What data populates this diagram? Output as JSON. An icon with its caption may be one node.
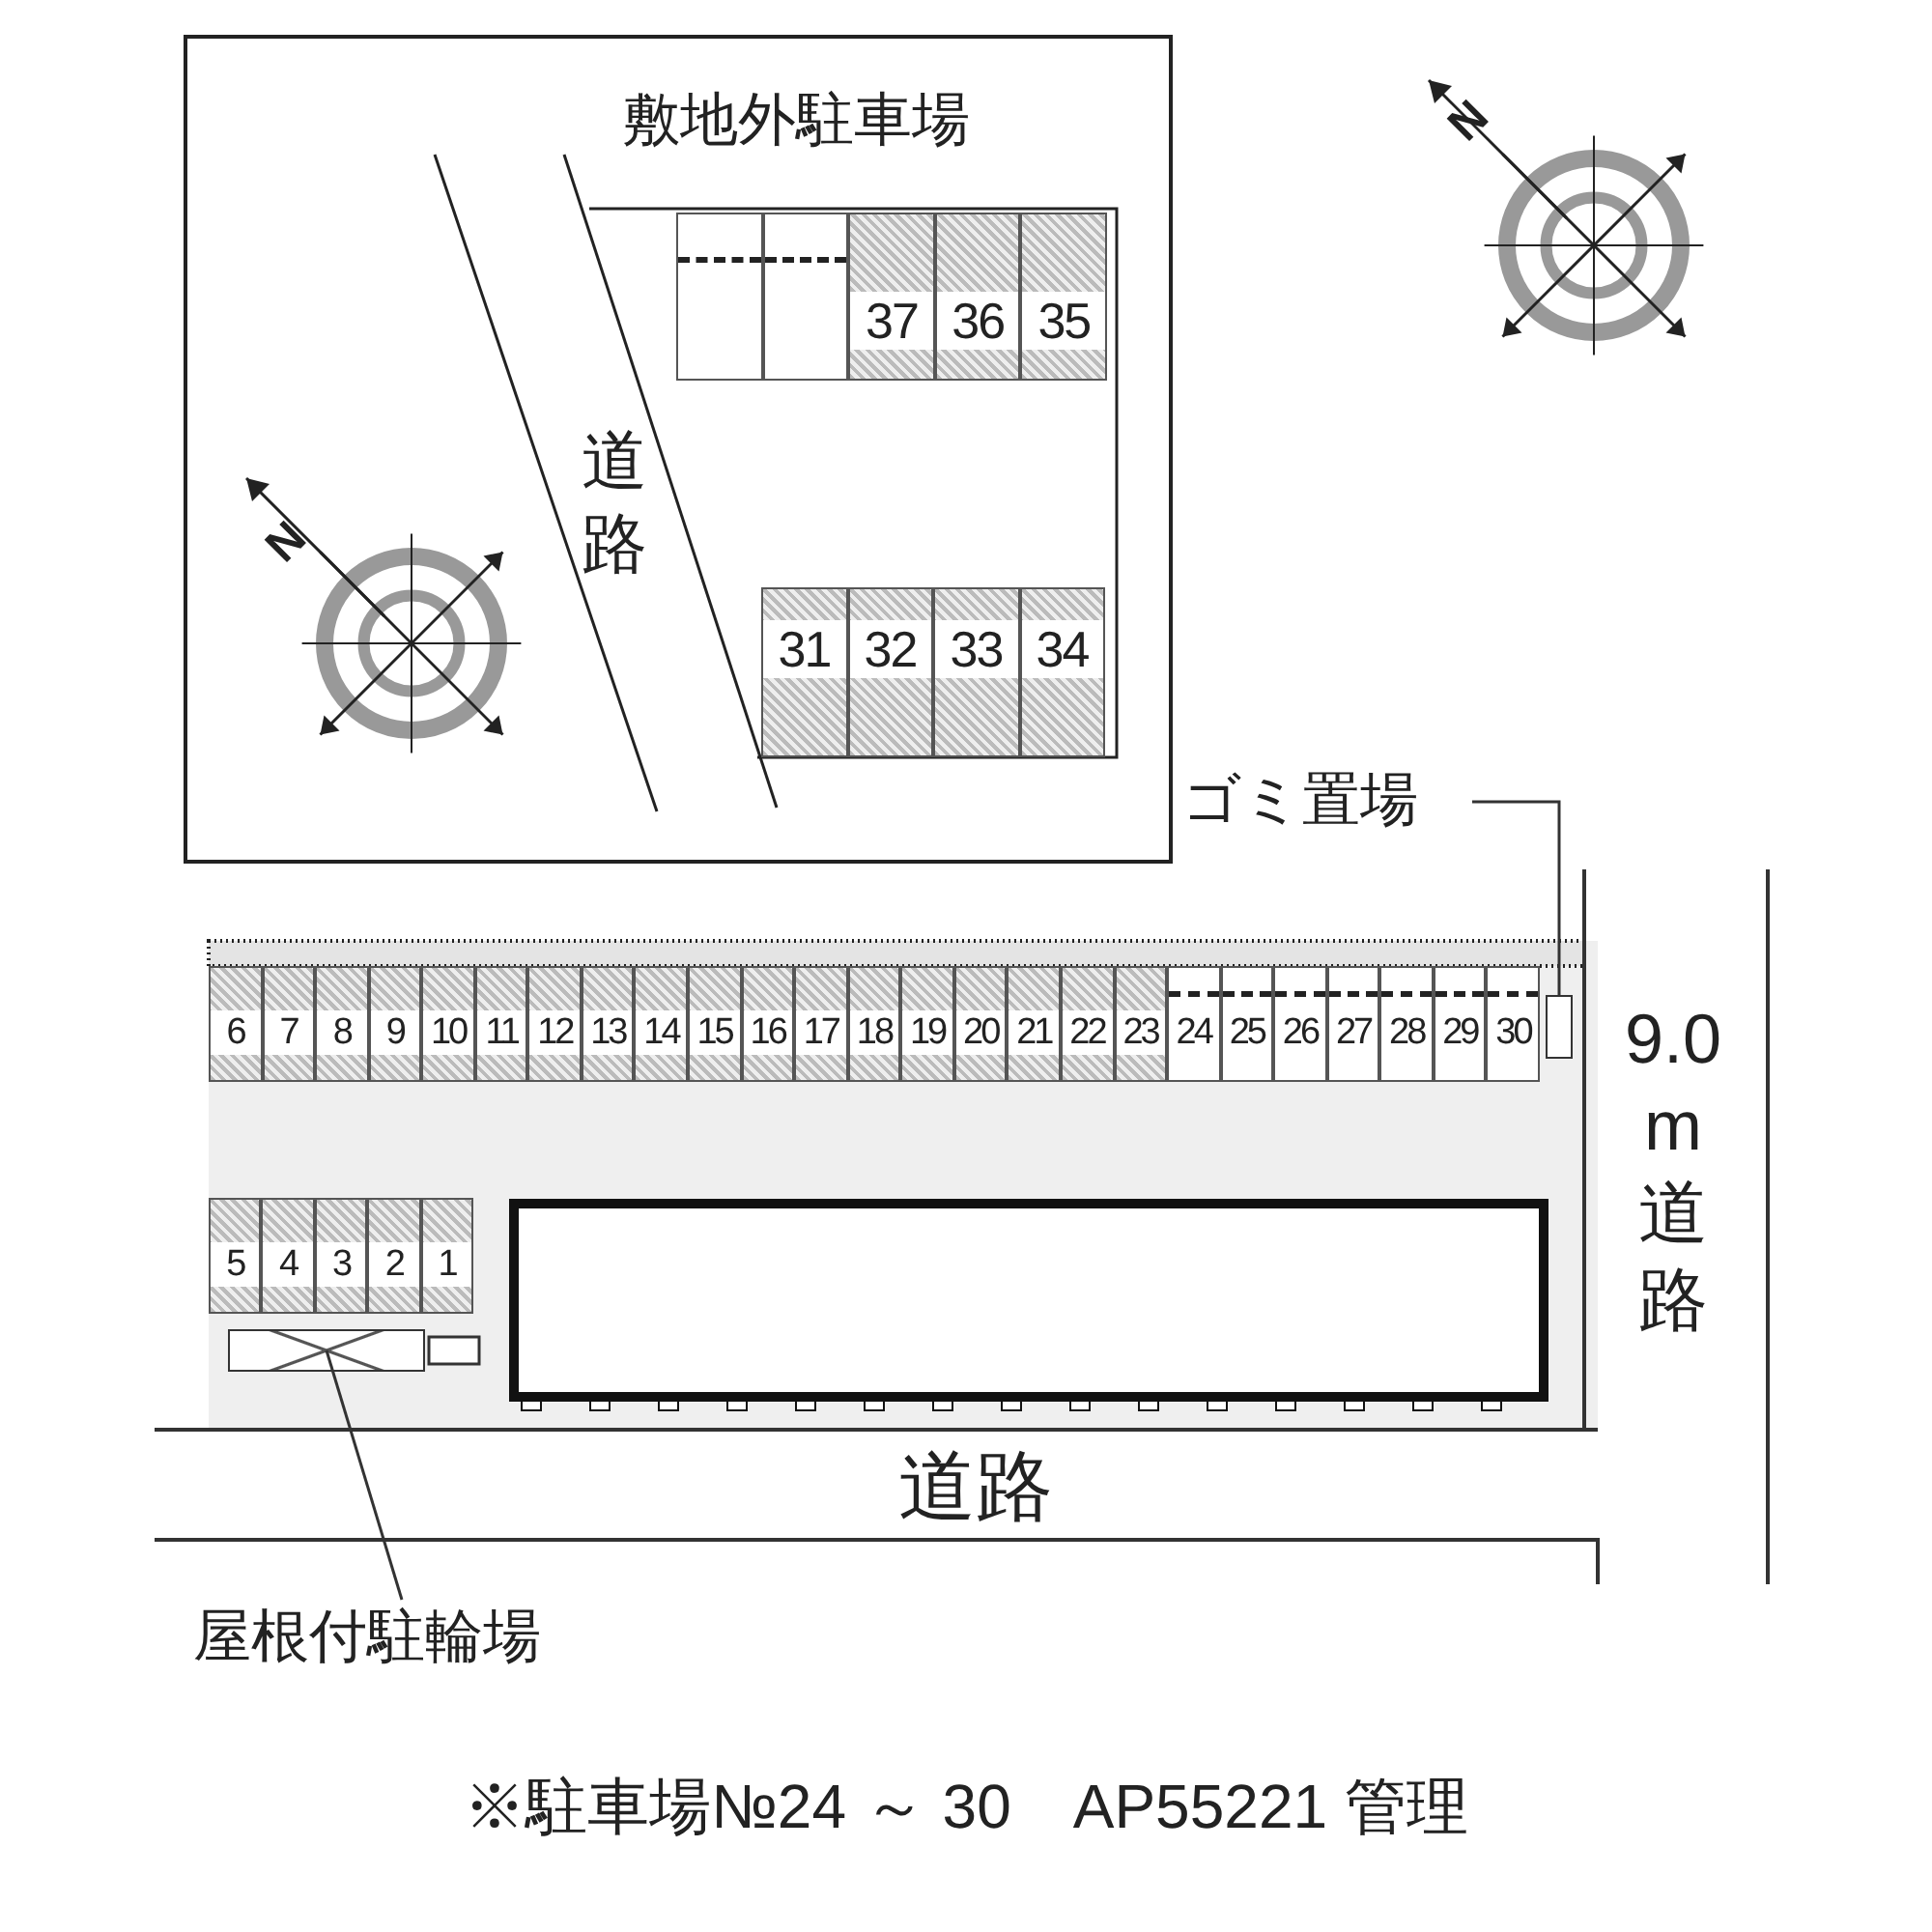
{
  "diagram": {
    "caption": "※駐車場№24 ～ 30　AP55221 管理",
    "nodes": [
      {
        "text": [
          "敷地外駐車場"
        ]
      },
      {
        "text": [],
        "shape": "box",
        "in": 0
      },
      {
        "text": [],
        "shape": "box",
        "in": 0
      },
      {
        "text": [
          "37"
        ],
        "in": 0
      },
      {
        "text": [
          "36"
        ],
        "in": 0
      },
      {
        "text": [
          "35"
        ],
        "in": 0
      },
      {
        "text": [
          "31"
        ],
        "in": 0
      },
      {
        "text": [
          "32"
        ],
        "in": 0
      },
      {
        "text": [
          "33"
        ],
        "in": 0
      },
      {
        "text": [
          "34"
        ],
        "in": 0
      },
      {
        "text": [
          "ゴミ置場"
        ]
      },
      {
        "text": [],
        "shape": "box"
      },
      {
        "text": [
          "6"
        ]
      },
      {
        "text": [
          "7"
        ]
      },
      {
        "text": [
          "8"
        ]
      },
      {
        "text": [
          "9"
        ]
      },
      {
        "text": [
          "10"
        ]
      },
      {
        "text": [
          "11"
        ]
      },
      {
        "text": [
          "12"
        ]
      },
      {
        "text": [
          "13"
        ]
      },
      {
        "text": [
          "14"
        ]
      },
      {
        "text": [
          "15"
        ]
      },
      {
        "text": [
          "16"
        ]
      },
      {
        "text": [
          "17"
        ]
      },
      {
        "text": [
          "18"
        ]
      },
      {
        "text": [
          "19"
        ]
      },
      {
        "text": [
          "20"
        ]
      },
      {
        "text": [
          "21"
        ]
      },
      {
        "text": [
          "22"
        ]
      },
      {
        "text": [
          "23"
        ]
      },
      {
        "text": [
          "24"
        ]
      },
      {
        "text": [
          "25"
        ]
      },
      {
        "text": [
          "26"
        ]
      },
      {
        "text": [
          "27"
        ]
      },
      {
        "text": [
          "28"
        ]
      },
      {
        "text": [
          "29"
        ]
      },
      {
        "text": [
          "30"
        ]
      },
      {
        "text": [
          "5"
        ]
      },
      {
        "text": [
          "4"
        ]
      },
      {
        "text": [
          "3"
        ]
      },
      {
        "text": [
          "2"
        ]
      },
      {
        "text": [
          "1"
        ]
      },
      {
        "text": [],
        "shape": "box"
      },
      {
        "text": [
          "屋根付駐輪場"
        ]
      }
    ],
    "edges": [
      {
        "from": 10,
        "to": 11,
        "arrow": "none"
      },
      {
        "from": 43,
        "to": 42,
        "arrow": "none"
      }
    ],
    "labels": [
      "N",
      "道路",
      "N",
      "9.0 m 道路",
      "道路"
    ]
  }
}
